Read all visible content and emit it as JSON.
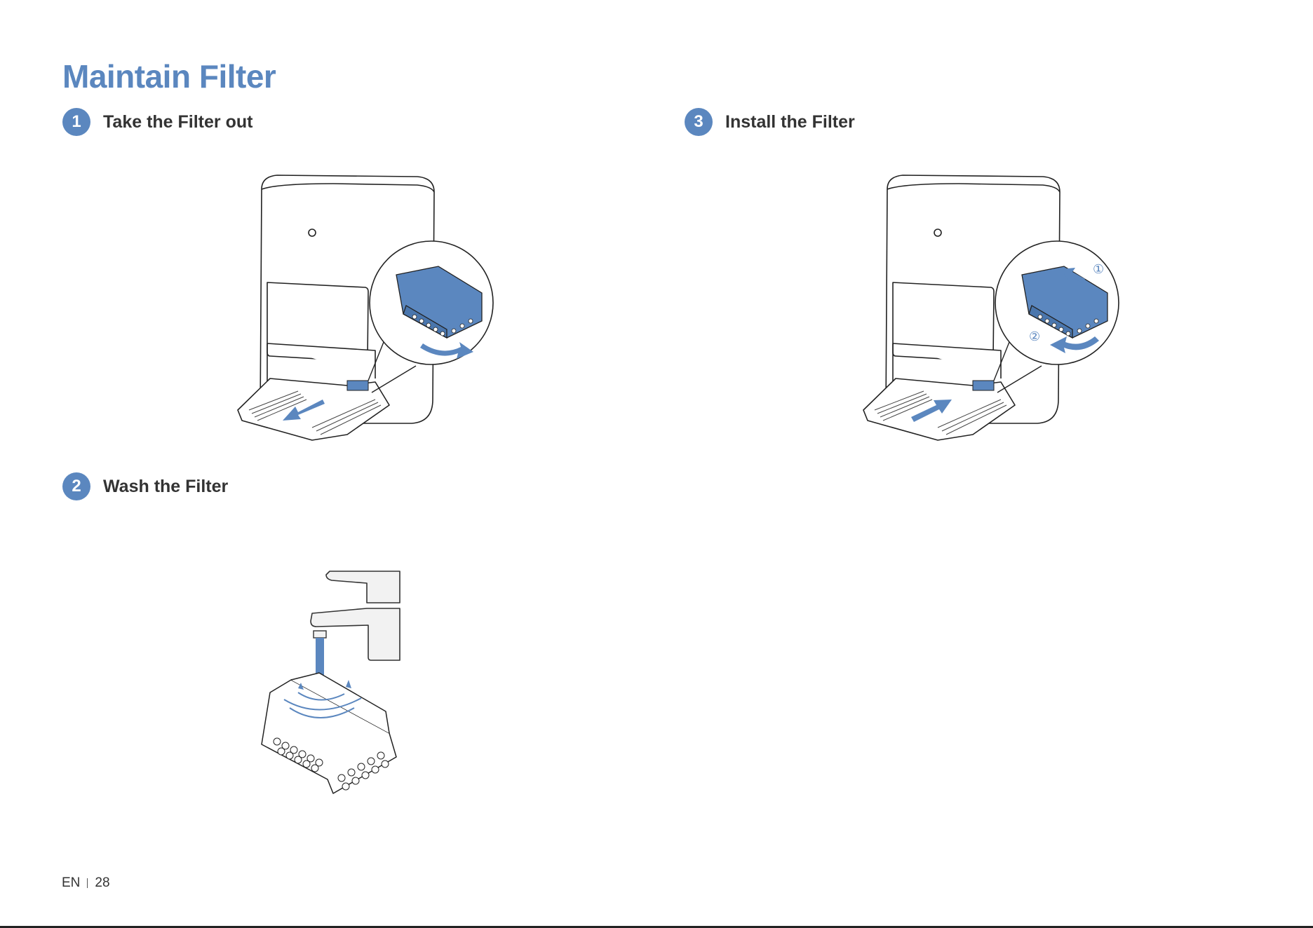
{
  "page": {
    "title": "Maintain Filter",
    "accent_color": "#5b87bf"
  },
  "steps": [
    {
      "number": "1",
      "label": "Take the Filter out"
    },
    {
      "number": "2",
      "label": "Wash the Filter"
    },
    {
      "number": "3",
      "label": "Install the Filter"
    }
  ],
  "illustrations": {
    "install_markers": [
      "①",
      "②"
    ]
  },
  "footer": {
    "language": "EN",
    "page_number": "28"
  }
}
